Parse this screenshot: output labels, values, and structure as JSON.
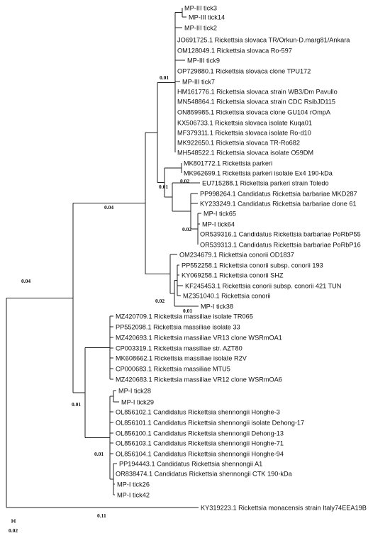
{
  "tree": {
    "leaves": [
      {
        "id": "l1",
        "label": "MP-III tick3"
      },
      {
        "id": "l2",
        "label": "MP-III tick14"
      },
      {
        "id": "l3",
        "label": "MP-III tick2"
      },
      {
        "id": "l4",
        "label": "JO691725.1 Rickettsia slovaca TR/Orkun-D.marg81/Ankara"
      },
      {
        "id": "l5",
        "label": "OM128049.1 Rickettsia slovaca Ro-597"
      },
      {
        "id": "l6",
        "label": "MP-III tick9"
      },
      {
        "id": "l7",
        "label": "OP729880.1 Rickettsia slovaca clone TPU172"
      },
      {
        "id": "l8",
        "label": "MP-III tick7"
      },
      {
        "id": "l9",
        "label": "HM161776.1 Rickettsia slovaca strain WB3/Dm Pavullo"
      },
      {
        "id": "l10",
        "label": "MN548864.1 Rickettsia slovaca strain CDC RsibJD115"
      },
      {
        "id": "l11",
        "label": "ON859985.1 Rickettsia slovaca clone GU104 rOmpA"
      },
      {
        "id": "l12",
        "label": "KX506733.1 Rickettsia slovaca isolate Kuqa01"
      },
      {
        "id": "l13",
        "label": "MF379311.1 Rickettsia slovaca isolate Ro-d10"
      },
      {
        "id": "l14",
        "label": "MK922650.1 Rickettsia slovaca TR-Ro682"
      },
      {
        "id": "l15",
        "label": "MH548522.1 Rickettsia slovaca isolate O59DM"
      },
      {
        "id": "l16",
        "label": "MK801772.1 Rickettsia parkeri"
      },
      {
        "id": "l17",
        "label": "MK962699.1 Rickettsia parkeri isolate Ex4 190-kDa"
      },
      {
        "id": "l18",
        "label": "EU715288.1 Rickettsia parkeri strain Toledo"
      },
      {
        "id": "l19",
        "label": "PP998264.1 Candidatus Rickettsia barbariae MKD287"
      },
      {
        "id": "l20",
        "label": "KY233249.1 Candidatus Rickettsia barbariae clone 61"
      },
      {
        "id": "l21",
        "label": "MP-I tick65"
      },
      {
        "id": "l22",
        "label": "MP-I tick64"
      },
      {
        "id": "l23",
        "label": "OR539316.1 Candidatus Rickettsia barbariae PoRbP55"
      },
      {
        "id": "l24",
        "label": "OR539313.1 Candidatus Rickettsia barbariae PoRbP16"
      },
      {
        "id": "l25",
        "label": "OM234679.1 Rickettsia conorii OD1837"
      },
      {
        "id": "l26",
        "label": "PP552258.1 Rickettsia conorii subsp. conorii 193"
      },
      {
        "id": "l27",
        "label": "KY069258.1 Rickettsia conorii SHZ"
      },
      {
        "id": "l28",
        "label": "KF245453.1 Rickettsia conorii subsp. conorii 421 TUN"
      },
      {
        "id": "l29",
        "label": "MZ351040.1 Rickettsia conorii"
      },
      {
        "id": "l30",
        "label": "MP-I tick38"
      },
      {
        "id": "l31",
        "label": "MZ420709.1 Rickettsia massiliae isolate TR065"
      },
      {
        "id": "l32",
        "label": "PP552098.1 Rickettsia massiliae isolate 33"
      },
      {
        "id": "l33",
        "label": "MZ420693.1 Rickettsia massiliae VR13 clone WSRmOA1"
      },
      {
        "id": "l34",
        "label": "CP003319.1 Rickettsia massiliae str. AZT80"
      },
      {
        "id": "l35",
        "label": "MK608662.1 Rickettsia massiliae isolate R2V"
      },
      {
        "id": "l36",
        "label": "CP000683.1 Rickettsia massiliae MTU5"
      },
      {
        "id": "l37",
        "label": "MZ420683.1 Rickettsia massiliae VR12 clone WSRmOA6"
      },
      {
        "id": "l38",
        "label": "MP-I tick28"
      },
      {
        "id": "l39",
        "label": "MP-I tick29"
      },
      {
        "id": "l40",
        "label": "OL856102.1 Candidatus Rickettsia shennongii Honghe-3"
      },
      {
        "id": "l41",
        "label": "OL856101.1 Candidatus Rickettsia shennongii isolate Dehong-17"
      },
      {
        "id": "l42",
        "label": "OL856100.1 Candidatus Rickettsia shennongii Dehong-13"
      },
      {
        "id": "l43",
        "label": "OL856103.1 Candidatus Rickettsia shennongii Honghe-71"
      },
      {
        "id": "l44",
        "label": "OL856104.1 Candidatus Rickettsia shennongii Honghe-94"
      },
      {
        "id": "l45",
        "label": "PP194443.1 Candidatus Rickettsia shennongii A1"
      },
      {
        "id": "l46",
        "label": "OR838474.1 Candidatus Rickettsia shennongii CTK 190-kDa"
      },
      {
        "id": "l47",
        "label": "MP-I tick26"
      },
      {
        "id": "l48",
        "label": "MP-I tick42"
      },
      {
        "id": "l49",
        "label": "KY319223.1 Rickettsia monacensis strain Italy74EEA19B"
      }
    ],
    "branch_values": {
      "root_upper": "0.04",
      "main_upper": "0.04",
      "slovaca": "0.01",
      "parkeri_barbariae": "0.01",
      "parkeri_toledo": "0.02",
      "barbariae_sub": "0.02",
      "conorii": "0.02",
      "tick38": "0.01",
      "massiliae_shennongii": "0.01",
      "shennongii": "0.01",
      "monacensis": "0.11"
    },
    "scale_bar": {
      "label": "0.02",
      "value": 0.02
    }
  }
}
